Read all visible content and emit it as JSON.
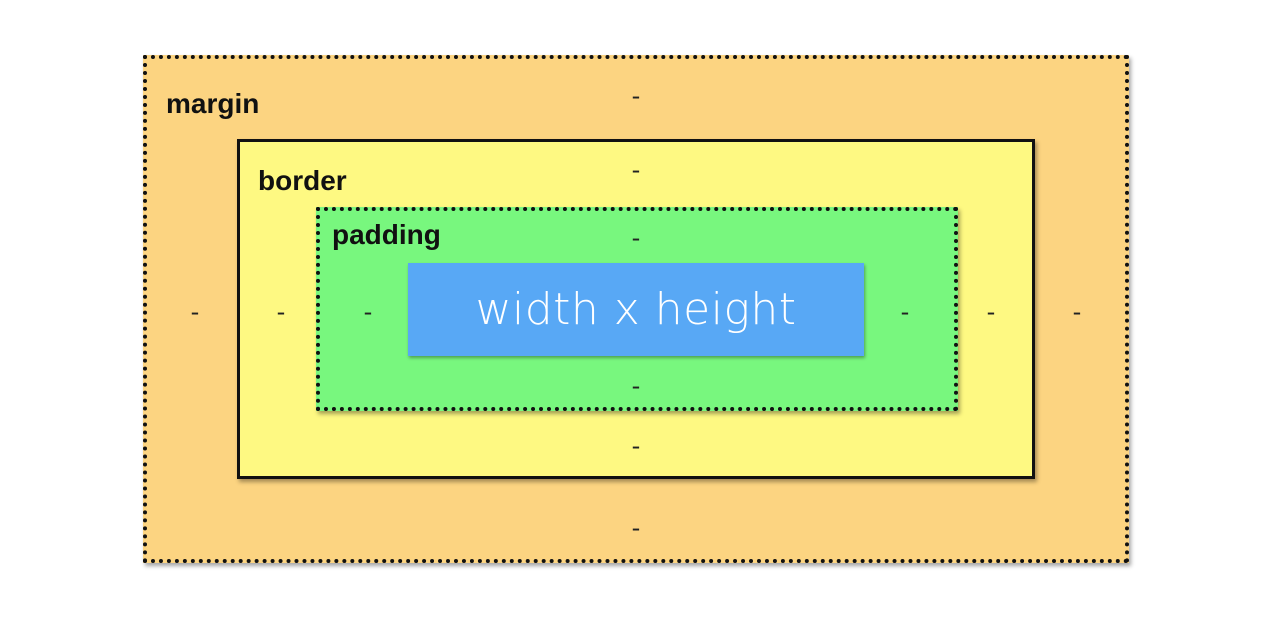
{
  "margin": {
    "label": "margin",
    "top": "-",
    "bottom": "-",
    "left": "-",
    "right": "-"
  },
  "border": {
    "label": "border",
    "top": "-",
    "bottom": "-",
    "left": "-",
    "right": "-"
  },
  "padding": {
    "label": "padding",
    "top": "-",
    "bottom": "-",
    "left": "-",
    "right": "-"
  },
  "content": {
    "label": "width x height"
  },
  "colors": {
    "margin": "#FCD481",
    "border": "#FEF982",
    "padding": "#78F77E",
    "content": "#58A8F5"
  }
}
